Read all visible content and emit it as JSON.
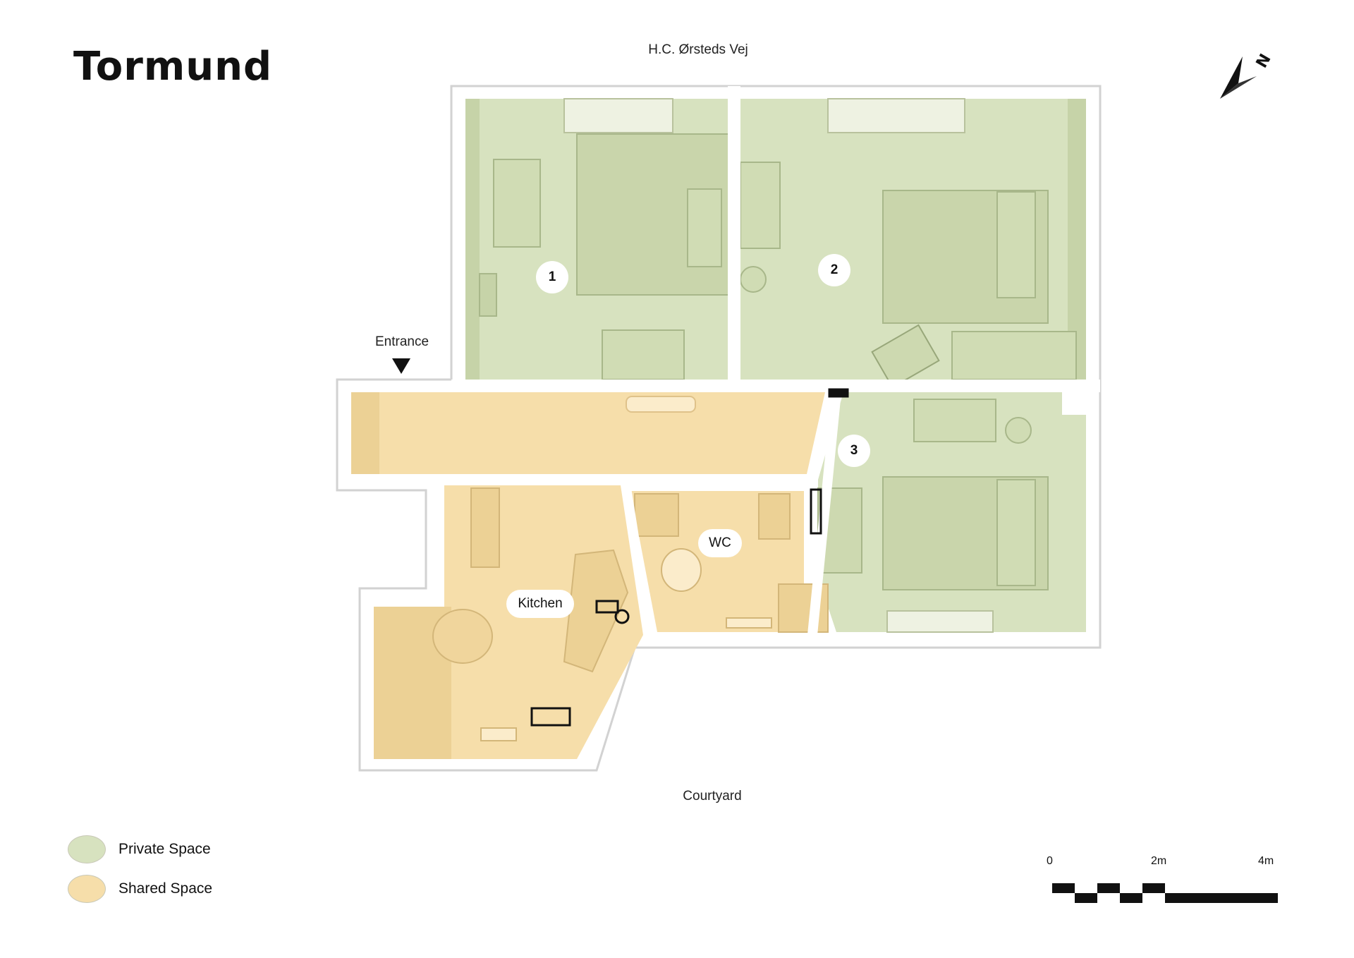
{
  "header": {
    "title": "Tormund"
  },
  "orientation": {
    "north_label": "N"
  },
  "streets": {
    "top": "H.C. Ørsteds Vej",
    "bottom": "Courtyard"
  },
  "entrance": {
    "label": "Entrance"
  },
  "rooms": {
    "room1": {
      "label": "1",
      "type": "private"
    },
    "room2": {
      "label": "2",
      "type": "private"
    },
    "room3": {
      "label": "3",
      "type": "private"
    },
    "kitchen": {
      "label": "Kitchen",
      "type": "shared"
    },
    "wc": {
      "label": "WC",
      "type": "shared"
    }
  },
  "legend": {
    "items": [
      {
        "label": "Private Space",
        "color": "#d7e2bf"
      },
      {
        "label": "Shared Space",
        "color": "#f6deaa"
      }
    ]
  },
  "scale_bar": {
    "ticks": [
      "0",
      "2m",
      "4m"
    ]
  },
  "colors": {
    "private": "#d7e2bf",
    "private_dark": "#c3d1a4",
    "shared": "#f6deaa",
    "shared_dark": "#e9cb8e",
    "wall": "#ffffff",
    "outline": "#cfcfcf"
  }
}
